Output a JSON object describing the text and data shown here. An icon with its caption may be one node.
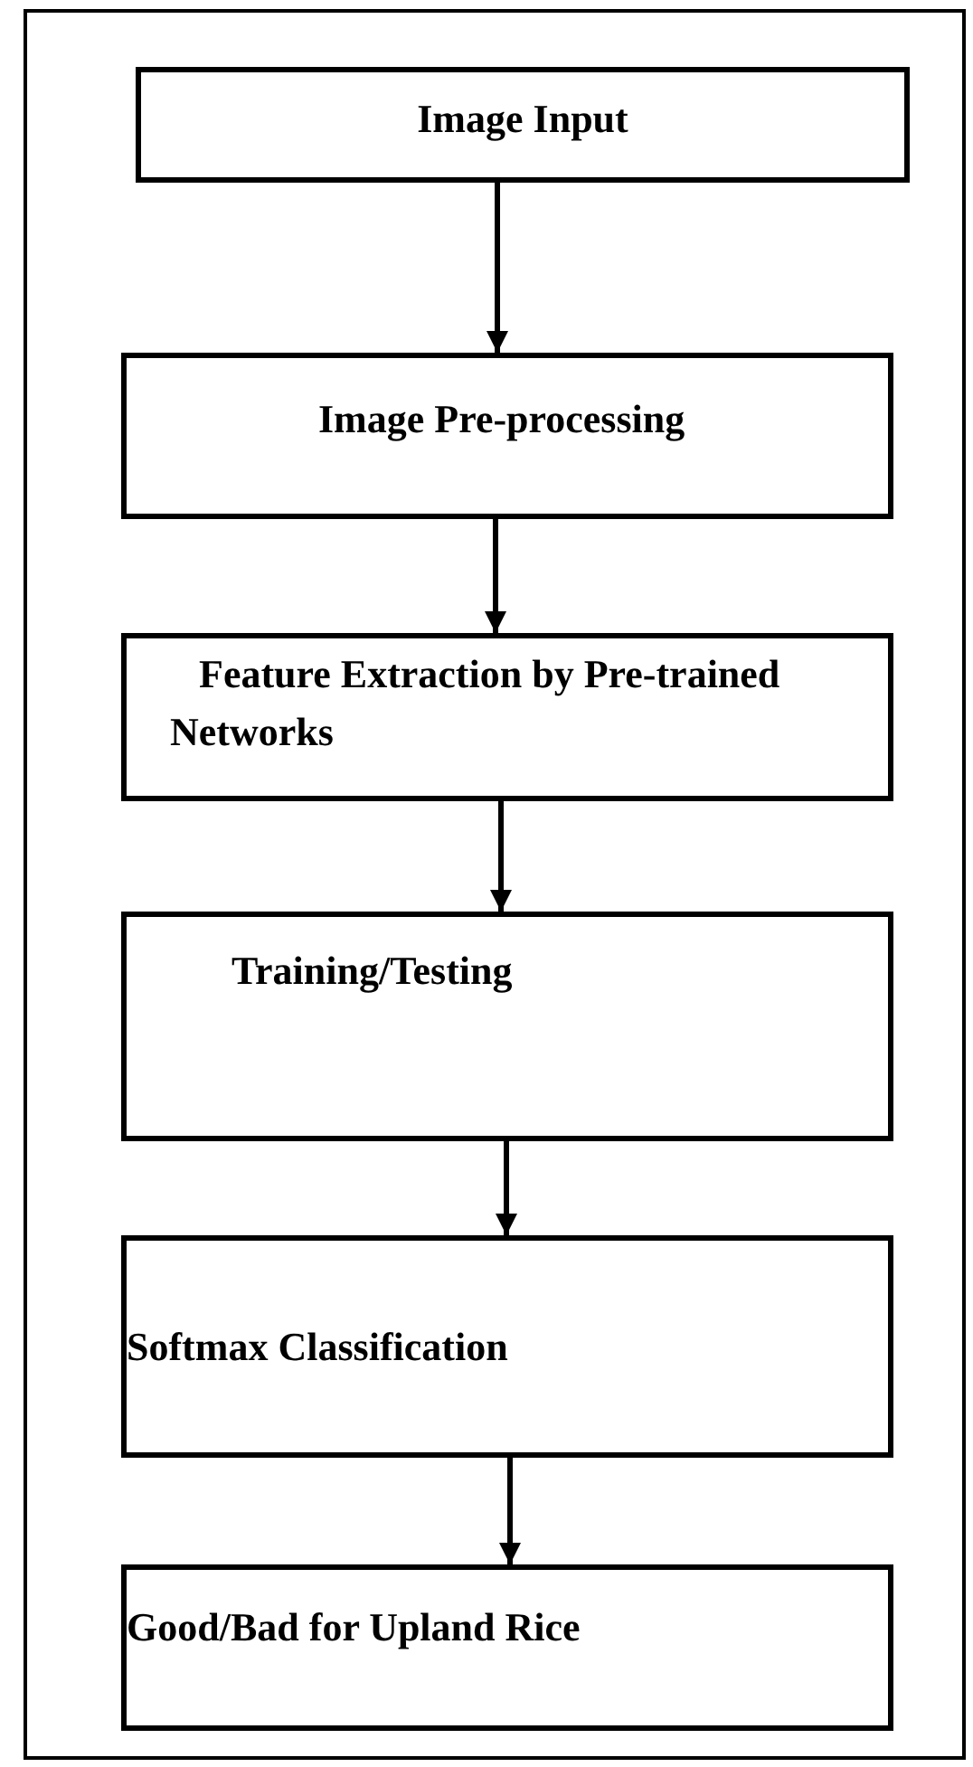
{
  "diagram": {
    "nodes": [
      {
        "text": [
          "Image Input"
        ]
      },
      {
        "text": [
          "Image Pre-processing"
        ]
      },
      {
        "text": [
          "Feature Extraction by Pre-trained Networks"
        ]
      },
      {
        "text": [
          "Training/Testing"
        ]
      },
      {
        "text": [
          "Softmax Classification"
        ]
      },
      {
        "text": [
          "Good/Bad for Upland Rice"
        ]
      }
    ],
    "edges": [
      {
        "from": 0,
        "to": 1,
        "arrow": "to"
      },
      {
        "from": 1,
        "to": 2,
        "arrow": "to"
      },
      {
        "from": 2,
        "to": 3,
        "arrow": "to"
      },
      {
        "from": 3,
        "to": 4,
        "arrow": "to"
      },
      {
        "from": 4,
        "to": 5,
        "arrow": "to"
      }
    ]
  }
}
